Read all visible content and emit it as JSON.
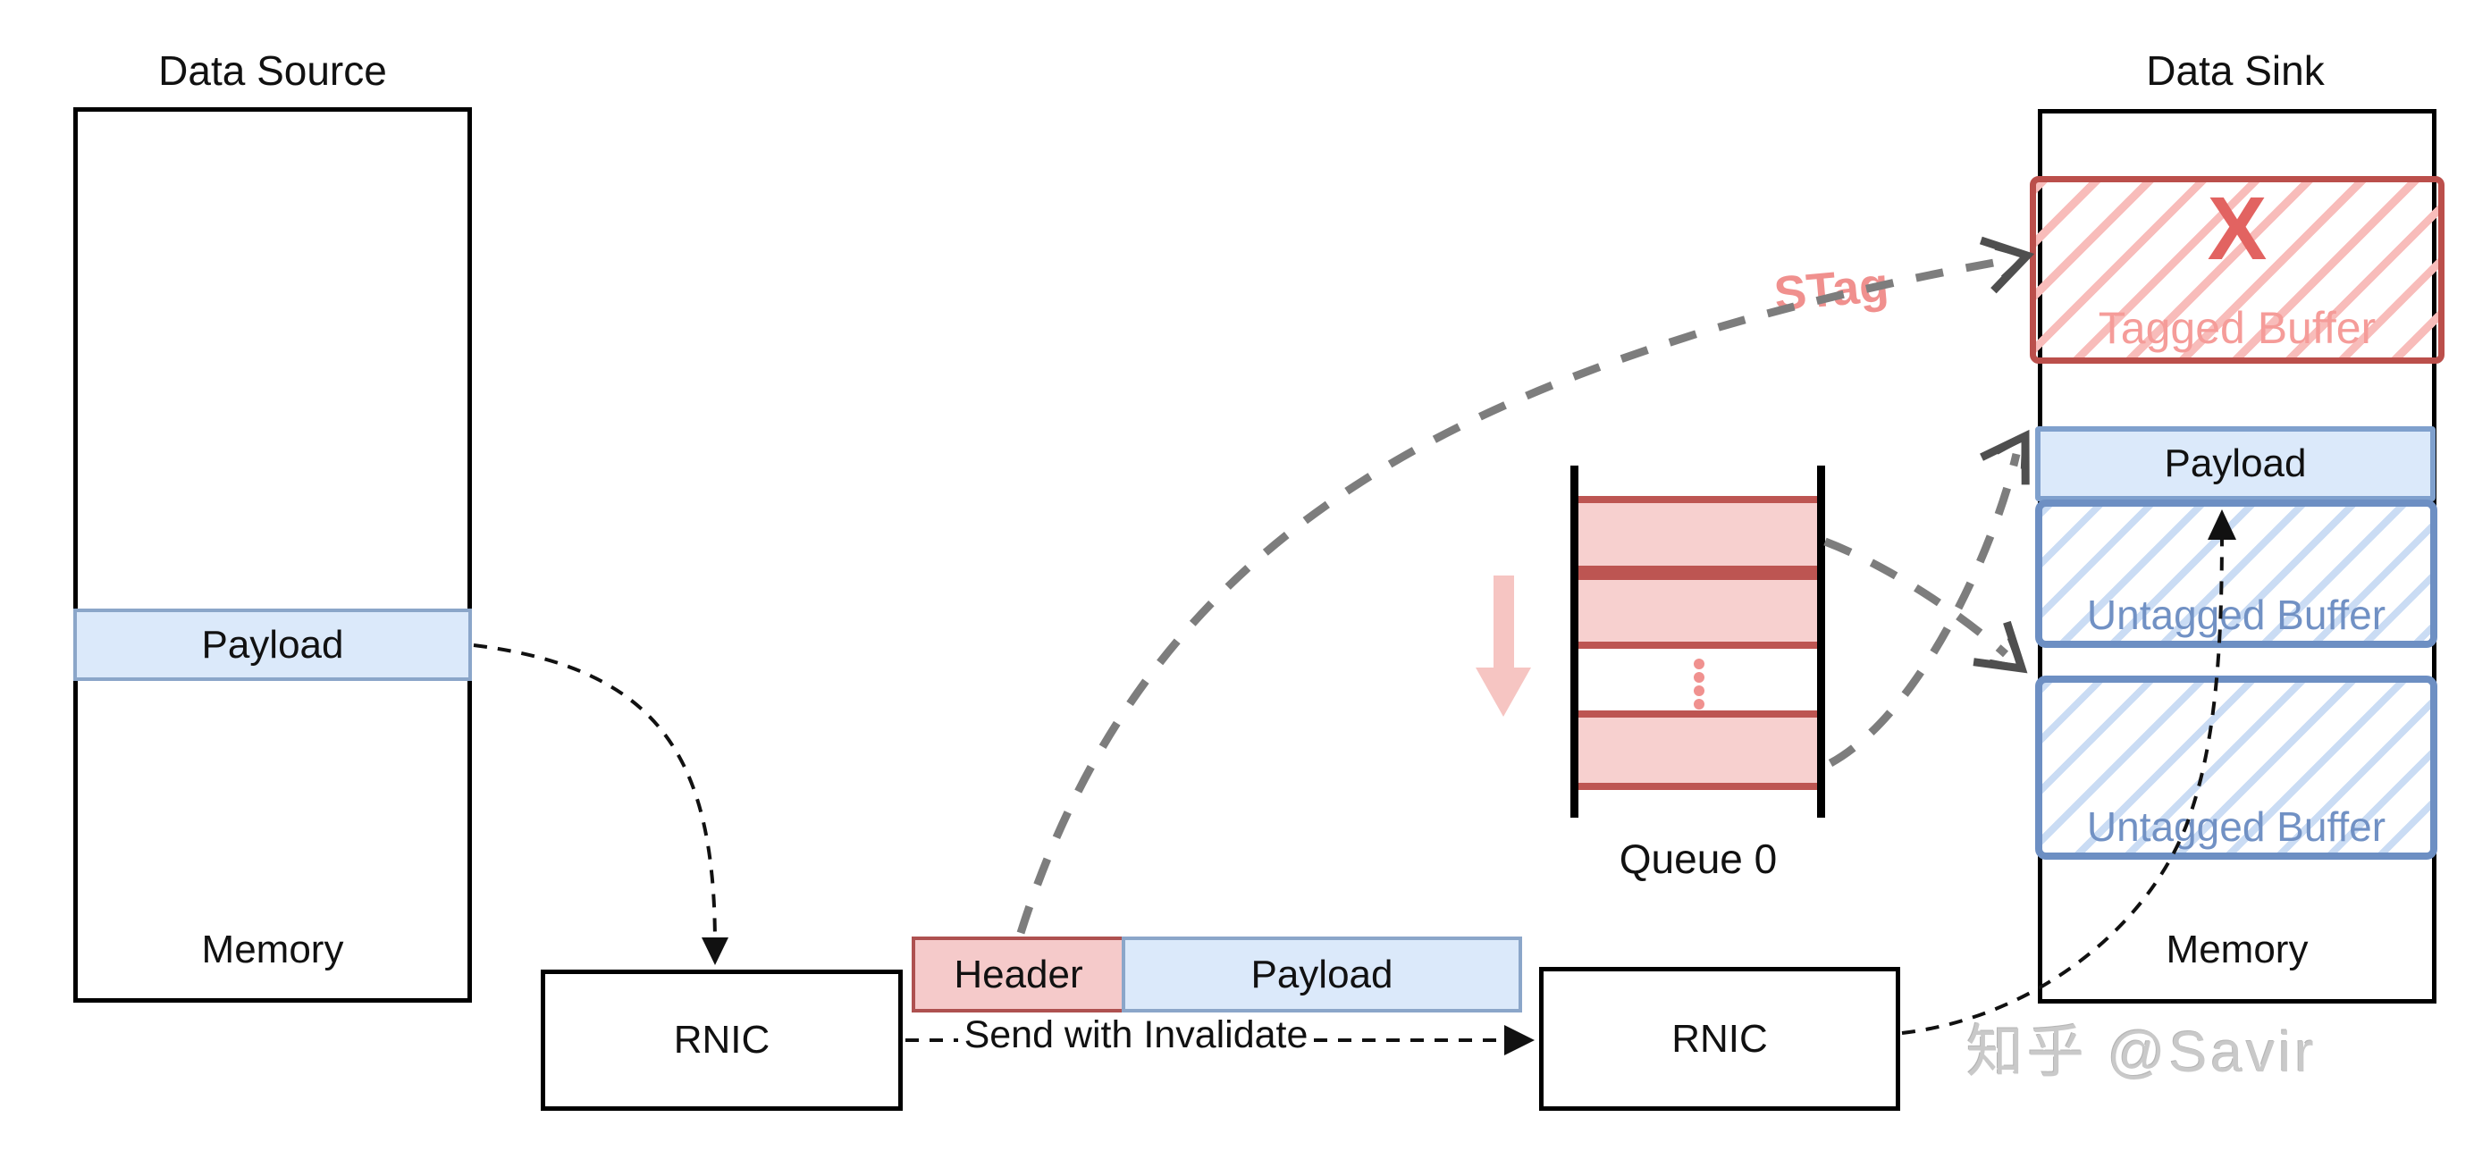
{
  "source": {
    "title": "Data Source",
    "payload_label": "Payload",
    "memory_label": "Memory",
    "rnic_label": "RNIC"
  },
  "packet": {
    "header_label": "Header",
    "payload_label": "Payload"
  },
  "transfer": {
    "send_label": "Send with Invalidate",
    "stag_label": "STag"
  },
  "queue": {
    "label": "Queue 0",
    "filled_rows": 3,
    "ellipsis_dots": 4
  },
  "sink": {
    "title": "Data Sink",
    "rnic_label": "RNIC",
    "tagged_buffer": {
      "label": "Tagged Buffer",
      "invalid_mark": "X"
    },
    "payload_label": "Payload",
    "untagged_buffer_labels": [
      "Untagged Buffer",
      "Untagged Buffer"
    ],
    "memory_label": "Memory"
  },
  "watermark": {
    "text": "知乎 @Savir"
  },
  "colors": {
    "blue_fill": "#dbe9fa",
    "blue_border": "#7fa0cd",
    "blue_hatch": "#cadcf4",
    "blue_text": "#7191c4",
    "pink_fill": "#f5caca",
    "red_border": "#bb4f4b",
    "pink_hatch": "#f8bcba",
    "pink_text": "#f59c99",
    "stag_pink": "#f0908e",
    "x_red": "#e26361",
    "queue_row_fill": "#f7d0cf",
    "queue_row_border": "#bd5552",
    "pink_arrow": "#f6c5c2",
    "gray_dash": "#7d7d7d",
    "black": "#000000"
  }
}
